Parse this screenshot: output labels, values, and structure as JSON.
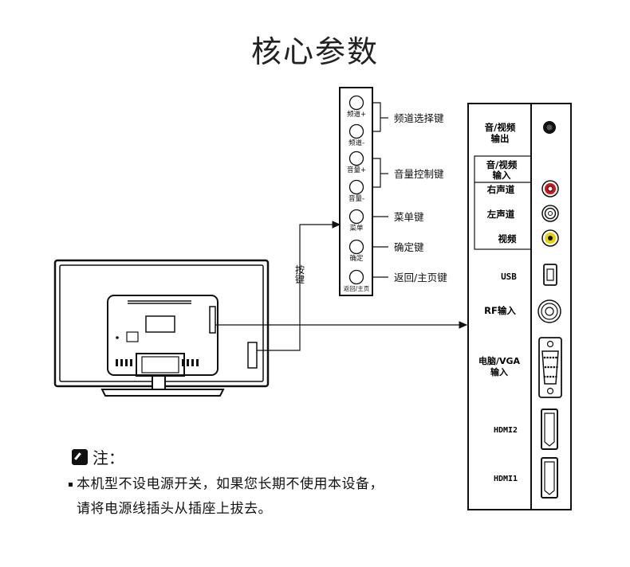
{
  "title": "核心参数",
  "keypad": {
    "buttons": [
      "频道+",
      "频道-",
      "音量+",
      "音量-",
      "菜单",
      "确定",
      "返回/主页"
    ],
    "callouts": [
      "频道选择键",
      "音量控制键",
      "菜单键",
      "确定键",
      "返回/主页键"
    ],
    "side_label_1": "按",
    "side_label_2": "键"
  },
  "panel": {
    "av_out": [
      "音/视频",
      "输出"
    ],
    "av_in": [
      "音/视频",
      "输入"
    ],
    "right_ch": "右声道",
    "left_ch": "左声道",
    "video": "视频",
    "usb": "USB",
    "rf": "RF输入",
    "vga": [
      "电脑/VGA",
      "输入"
    ],
    "hdmi2": "HDMI2",
    "hdmi1": "HDMI1"
  },
  "colors": {
    "red_jack": "#d4121a",
    "yellow_jack": "#e8d400",
    "line": "#111111"
  },
  "note": {
    "heading": "注：",
    "line1": "本机型不设电源开关，如果您长期不使用本设备，",
    "line2": "请将电源线插头从插座上拔去。"
  }
}
